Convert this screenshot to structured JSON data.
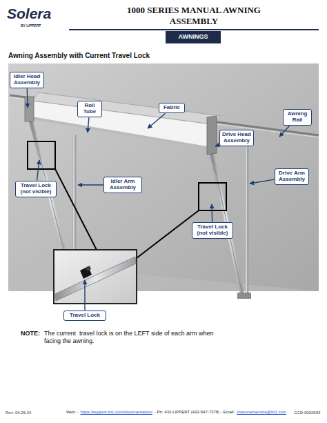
{
  "diagram": {
    "title": "1000 SERIES MANUAL AWNING ASSEMBLY",
    "nodes": [
      {
        "text": [
          "AWNINGS"
        ]
      },
      {
        "text": [
          "Idler Head Assembly"
        ]
      },
      {
        "text": [
          "Roll Tube"
        ]
      },
      {
        "text": [
          "Fabric"
        ]
      },
      {
        "text": [
          "Drive Head Assembly"
        ]
      },
      {
        "text": [
          "Awning Rail"
        ]
      },
      {
        "text": [
          "Drive Arm Assembly"
        ]
      },
      {
        "text": [
          "Idler Arm Assembly"
        ]
      },
      {
        "text": [
          "Travel Lock (not visible)"
        ]
      },
      {
        "text": [
          "Travel Lock (not visible)"
        ]
      },
      {
        "text": [
          "Travel Lock"
        ]
      }
    ],
    "labels": [
      "Solera",
      "BY LIPPERT",
      "Awning Assembly with Current Travel Lock",
      "NOTE:",
      "The current  travel lock is on the LEFT side of each arm when facing the awning.",
      "Rev: 04.25.24",
      "Web: -",
      "https://support.lci1.com/documentation/",
      "- Ph: 432-LIPPERT (432-547-7378) - Email:",
      "customerservice@lci1.com",
      "CCD-0002693"
    ]
  }
}
